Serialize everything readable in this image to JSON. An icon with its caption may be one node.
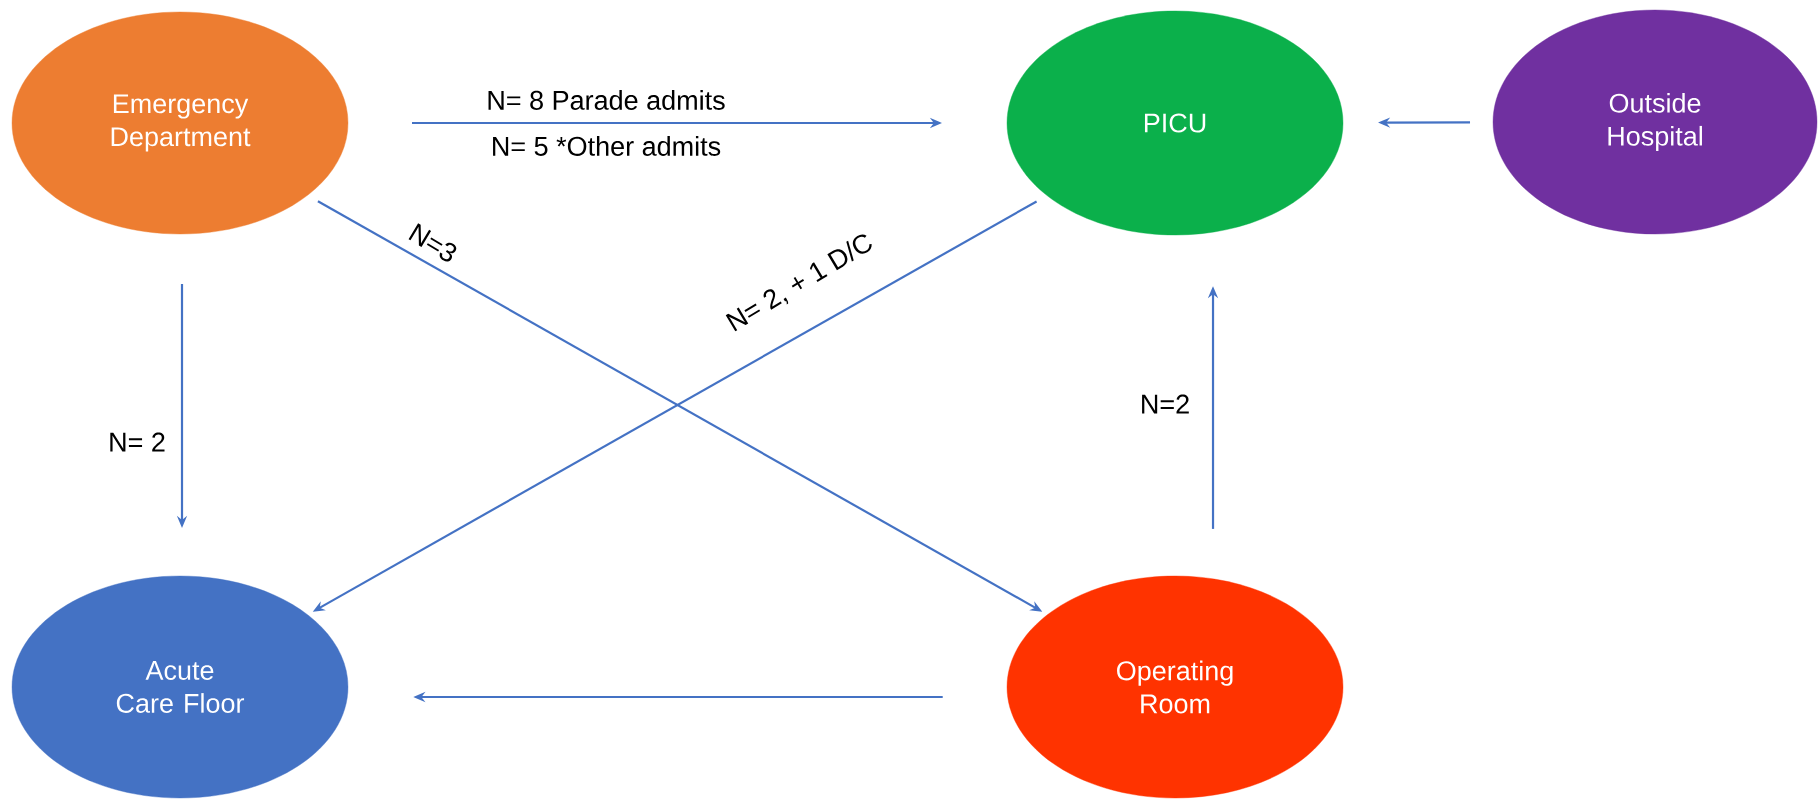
{
  "diagram": {
    "nodes": [
      {
        "text": [
          "Emergency Department"
        ]
      },
      {
        "text": [
          "PICU"
        ]
      },
      {
        "text": [
          "Outside Hospital"
        ]
      },
      {
        "text": [
          "Acute Care Floor"
        ]
      },
      {
        "text": [
          "Operating Room"
        ]
      }
    ],
    "edges": [
      {
        "from": 0,
        "to": 1,
        "arrow": "to",
        "label": "N= 8 Parade admits"
      },
      {
        "from": 0,
        "to": 4,
        "arrow": "to",
        "label": "N=3"
      },
      {
        "from": 1,
        "to": 3,
        "arrow": "to",
        "label": "N= 2, + 1 D/C"
      },
      {
        "from": 0,
        "to": 3,
        "arrow": "to",
        "label": "N= 2"
      },
      {
        "from": 4,
        "to": 1,
        "arrow": "to",
        "label": "N=2"
      },
      {
        "from": 4,
        "to": 3,
        "arrow": "to"
      },
      {
        "from": 2,
        "to": 1,
        "arrow": "to"
      }
    ],
    "labels": [
      "N= 5 *Other admits"
    ]
  }
}
